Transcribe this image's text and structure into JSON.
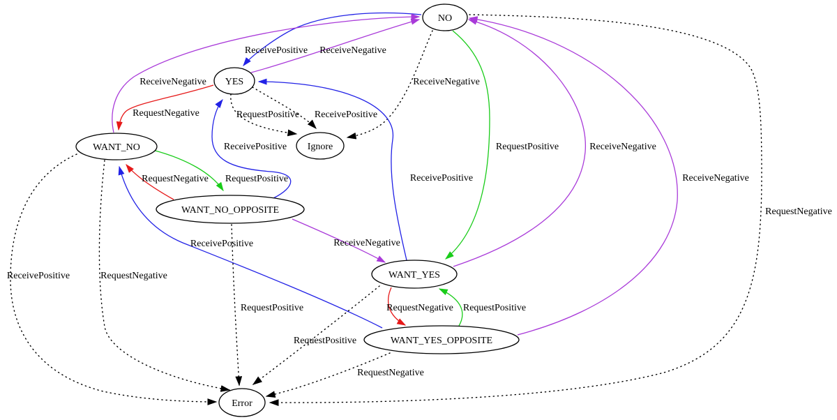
{
  "diagram": {
    "type": "state-machine-graph",
    "background_color": "#ffffff",
    "node_outline_color": "#000000",
    "text_color": "#000000",
    "edge_colors": {
      "ReceivePositive": "#2222e6",
      "ReceiveNegative": "#a93ad9",
      "RequestPositive": "#19cc19",
      "RequestNegative": "#e61919",
      "error_or_ignore_transition": "#000000"
    },
    "nodes": [
      {
        "id": "NO",
        "label": "NO"
      },
      {
        "id": "YES",
        "label": "YES"
      },
      {
        "id": "WANT_NO",
        "label": "WANT_NO"
      },
      {
        "id": "Ignore",
        "label": "Ignore"
      },
      {
        "id": "WANT_NO_OPPOSITE",
        "label": "WANT_NO_OPPOSITE"
      },
      {
        "id": "WANT_YES",
        "label": "WANT_YES"
      },
      {
        "id": "WANT_YES_OPPOSITE",
        "label": "WANT_YES_OPPOSITE"
      },
      {
        "id": "Error",
        "label": "Error"
      }
    ],
    "edges": [
      {
        "from": "NO",
        "to": "YES",
        "label": "ReceivePositive",
        "color": "#2222e6",
        "style": "solid"
      },
      {
        "from": "YES",
        "to": "NO",
        "label": "ReceiveNegative",
        "color": "#a93ad9",
        "style": "solid"
      },
      {
        "from": "WANT_NO",
        "to": "NO",
        "label": "ReceiveNegative",
        "color": "#a93ad9",
        "style": "solid"
      },
      {
        "from": "YES",
        "to": "WANT_NO",
        "label": "RequestNegative",
        "color": "#e61919",
        "style": "solid"
      },
      {
        "from": "YES",
        "to": "Ignore",
        "label": "RequestPositive",
        "color": "#000000",
        "style": "dotted"
      },
      {
        "from": "YES",
        "to": "Ignore",
        "label": "ReceivePositive",
        "color": "#000000",
        "style": "dotted"
      },
      {
        "from": "NO",
        "to": "Ignore",
        "label": "ReceiveNegative",
        "color": "#000000",
        "style": "dotted"
      },
      {
        "from": "WANT_NO",
        "to": "WANT_NO_OPPOSITE",
        "label": "RequestPositive",
        "color": "#19cc19",
        "style": "solid"
      },
      {
        "from": "WANT_NO_OPPOSITE",
        "to": "WANT_NO",
        "label": "RequestNegative",
        "color": "#e61919",
        "style": "solid"
      },
      {
        "from": "WANT_NO_OPPOSITE",
        "to": "YES",
        "label": "ReceivePositive",
        "color": "#2222e6",
        "style": "solid"
      },
      {
        "from": "WANT_NO_OPPOSITE",
        "to": "WANT_YES",
        "label": "ReceiveNegative",
        "color": "#a93ad9",
        "style": "solid"
      },
      {
        "from": "NO",
        "to": "WANT_YES",
        "label": "RequestPositive",
        "color": "#19cc19",
        "style": "solid"
      },
      {
        "from": "WANT_YES",
        "to": "YES",
        "label": "ReceivePositive",
        "color": "#2222e6",
        "style": "solid"
      },
      {
        "from": "WANT_YES",
        "to": "NO",
        "label": "ReceiveNegative",
        "color": "#a93ad9",
        "style": "solid"
      },
      {
        "from": "WANT_YES",
        "to": "WANT_YES_OPPOSITE",
        "label": "RequestNegative",
        "color": "#e61919",
        "style": "solid"
      },
      {
        "from": "WANT_YES_OPPOSITE",
        "to": "WANT_YES",
        "label": "RequestPositive",
        "color": "#19cc19",
        "style": "solid"
      },
      {
        "from": "WANT_YES_OPPOSITE",
        "to": "NO",
        "label": "ReceiveNegative",
        "color": "#a93ad9",
        "style": "solid"
      },
      {
        "from": "WANT_YES_OPPOSITE",
        "to": "WANT_NO",
        "label": "ReceivePositive",
        "color": "#2222e6",
        "style": "solid"
      },
      {
        "from": "WANT_NO",
        "to": "Error",
        "label": "ReceivePositive",
        "color": "#000000",
        "style": "dotted"
      },
      {
        "from": "WANT_NO",
        "to": "Error",
        "label": "RequestNegative",
        "color": "#000000",
        "style": "dotted"
      },
      {
        "from": "WANT_NO_OPPOSITE",
        "to": "Error",
        "label": "RequestPositive",
        "color": "#000000",
        "style": "dotted"
      },
      {
        "from": "WANT_YES",
        "to": "Error",
        "label": "RequestPositive",
        "color": "#000000",
        "style": "dotted"
      },
      {
        "from": "WANT_YES_OPPOSITE",
        "to": "Error",
        "label": "RequestNegative",
        "color": "#000000",
        "style": "dotted"
      },
      {
        "from": "NO",
        "to": "Error",
        "label": "RequestNegative",
        "color": "#000000",
        "style": "dotted"
      }
    ]
  }
}
